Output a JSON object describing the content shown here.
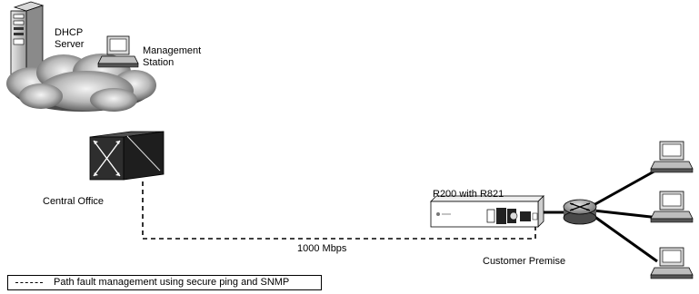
{
  "labels": {
    "dhcp_server_line1": "DHCP",
    "dhcp_server_line2": "Server",
    "management_station_line1": "Management",
    "management_station_line2": "Station",
    "central_office": "Central Office",
    "device_name": "R200 with R821",
    "link_speed": "1000 Mbps",
    "customer_premise": "Customer Premise"
  },
  "legend": {
    "text": "Path fault management using secure ping and SNMP"
  },
  "colors": {
    "cloud_light": "#f2f2f2",
    "cloud_dark": "#5e5e5e",
    "switch_dark": "#2b2b2b",
    "router_fill": "#9a9a9a"
  }
}
